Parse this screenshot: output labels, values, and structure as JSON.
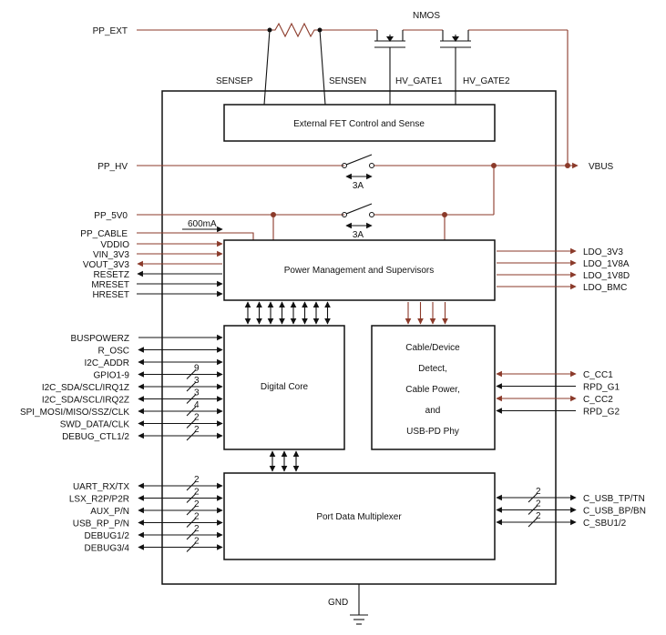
{
  "top": {
    "nmos": "NMOS",
    "pp_ext": "PP_EXT",
    "sensep": "SENSEP",
    "sensen": "SENSEN",
    "hv_gate1": "HV_GATE1",
    "hv_gate2": "HV_GATE2"
  },
  "power": {
    "pp_hv": "PP_HV",
    "vbus": "VBUS",
    "pp_5v0": "PP_5V0",
    "switch_hv_rating": "3A",
    "switch_5v_rating": "3A",
    "pp_cable": "PP_CABLE",
    "cable_current": "600mA",
    "gnd": "GND"
  },
  "blocks": {
    "ext_fet": "External FET Control and Sense",
    "pmgmt": "Power Management and Supervisors",
    "digital_core": "Digital Core",
    "cable_phy": [
      "Cable/Device",
      "Detect,",
      "Cable Power,",
      "and",
      "USB-PD Phy"
    ],
    "port_mux": "Port Data Multiplexer"
  },
  "pins": {
    "pm_left": [
      "VDDIO",
      "VIN_3V3",
      "VOUT_3V3",
      "RESETZ",
      "MRESET",
      "HRESET"
    ],
    "pm_right": [
      "LDO_3V3",
      "LDO_1V8A",
      "LDO_1V8D",
      "LDO_BMC"
    ],
    "core_left": [
      {
        "label": "BUSPOWERZ",
        "bus": ""
      },
      {
        "label": "R_OSC",
        "bus": ""
      },
      {
        "label": "I2C_ADDR",
        "bus": ""
      },
      {
        "label": "GPIO1-9",
        "bus": "9"
      },
      {
        "label": "I2C_SDA/SCL/IRQ1Z",
        "bus": "3"
      },
      {
        "label": "I2C_SDA/SCL/IRQ2Z",
        "bus": "3"
      },
      {
        "label": "SPI_MOSI/MISO/SSZ/CLK",
        "bus": "4"
      },
      {
        "label": "SWD_DATA/CLK",
        "bus": "2"
      },
      {
        "label": "DEBUG_CTL1/2",
        "bus": "2"
      }
    ],
    "phy_right": [
      "C_CC1",
      "RPD_G1",
      "C_CC2",
      "RPD_G2"
    ],
    "mux_left": [
      {
        "label": "UART_RX/TX",
        "bus": "2"
      },
      {
        "label": "LSX_R2P/P2R",
        "bus": "2"
      },
      {
        "label": "AUX_P/N",
        "bus": "2"
      },
      {
        "label": "USB_RP_P/N",
        "bus": "2"
      },
      {
        "label": "DEBUG1/2",
        "bus": "2"
      },
      {
        "label": "DEBUG3/4",
        "bus": "2"
      }
    ],
    "mux_right": [
      {
        "label": "C_USB_TP/TN",
        "bus": "2"
      },
      {
        "label": "C_USB_BP/BN",
        "bus": "2"
      },
      {
        "label": "C_SBU1/2",
        "bus": "2"
      }
    ]
  }
}
